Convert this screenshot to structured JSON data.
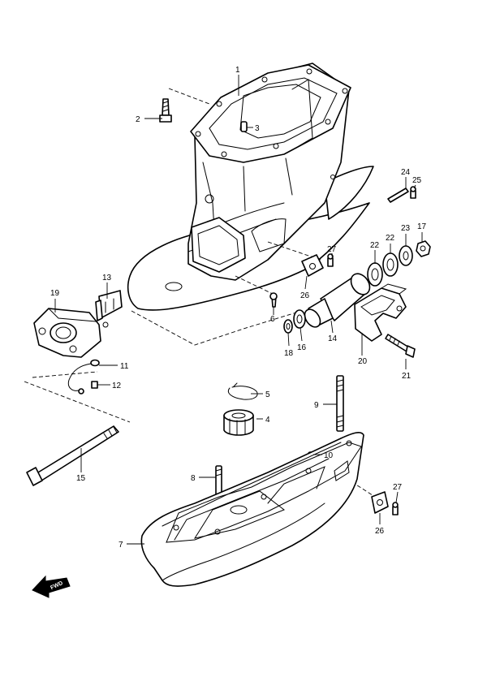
{
  "callouts": [
    {
      "id": "1",
      "label": "1"
    },
    {
      "id": "2",
      "label": "2"
    },
    {
      "id": "3",
      "label": "3"
    },
    {
      "id": "4",
      "label": "4"
    },
    {
      "id": "5",
      "label": "5"
    },
    {
      "id": "6",
      "label": "6"
    },
    {
      "id": "7",
      "label": "7"
    },
    {
      "id": "8",
      "label": "8"
    },
    {
      "id": "9",
      "label": "9"
    },
    {
      "id": "10",
      "label": "10"
    },
    {
      "id": "11",
      "label": "11"
    },
    {
      "id": "12",
      "label": "12"
    },
    {
      "id": "13",
      "label": "13"
    },
    {
      "id": "14",
      "label": "14"
    },
    {
      "id": "15",
      "label": "15"
    },
    {
      "id": "16",
      "label": "16"
    },
    {
      "id": "17",
      "label": "17"
    },
    {
      "id": "18",
      "label": "18"
    },
    {
      "id": "19",
      "label": "19"
    },
    {
      "id": "20",
      "label": "20"
    },
    {
      "id": "21",
      "label": "21"
    },
    {
      "id": "22a",
      "label": "22"
    },
    {
      "id": "22b",
      "label": "22"
    },
    {
      "id": "23",
      "label": "23"
    },
    {
      "id": "24",
      "label": "24"
    },
    {
      "id": "25",
      "label": "25"
    },
    {
      "id": "26a",
      "label": "26"
    },
    {
      "id": "26b",
      "label": "26"
    },
    {
      "id": "27a",
      "label": "27"
    },
    {
      "id": "27b",
      "label": "27"
    }
  ],
  "direction_marker": {
    "label": "FWD",
    "icon": "forward-arrow-icon"
  }
}
